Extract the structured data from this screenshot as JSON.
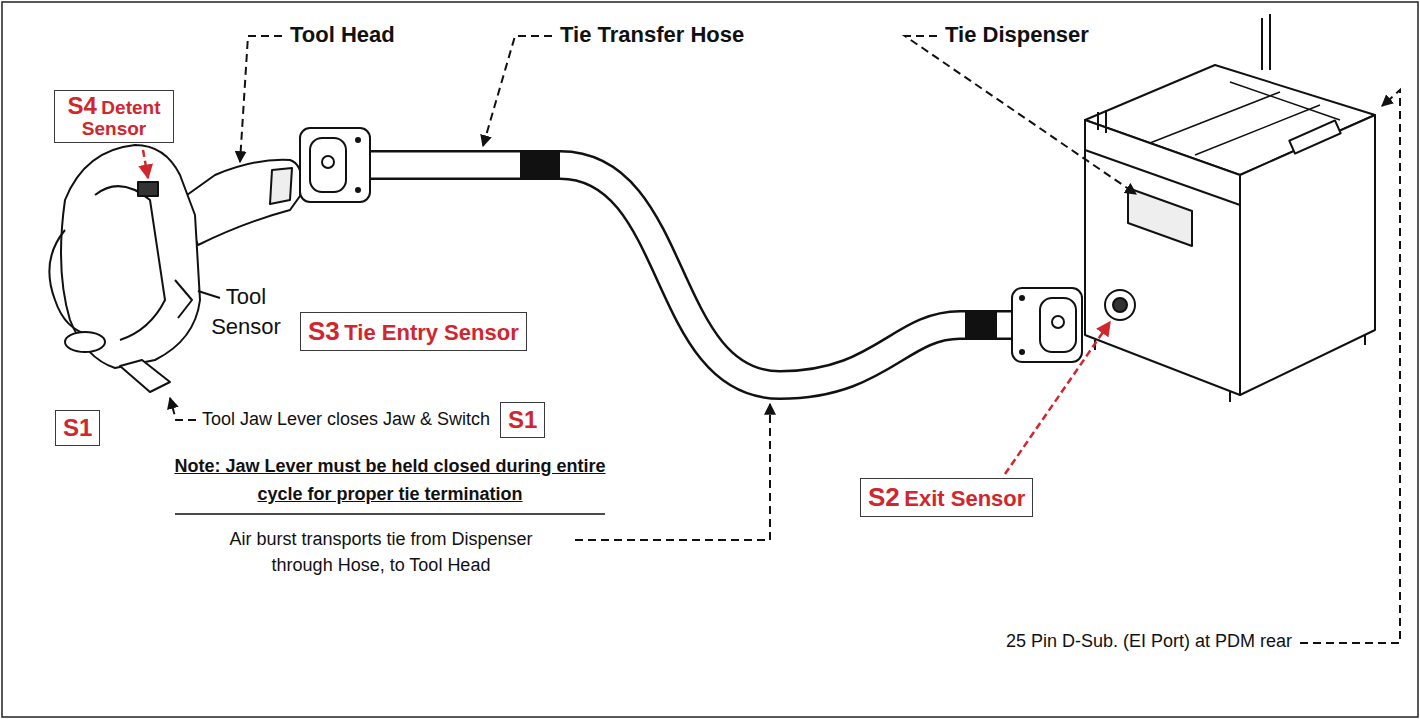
{
  "diagram": {
    "nodes": [
      {
        "text": [
          "S4",
          "Detent Sensor"
        ]
      },
      {
        "text": [
          "S3",
          "Tie Entry Sensor"
        ]
      },
      {
        "text": [
          "S1"
        ]
      },
      {
        "text": [
          "S1"
        ]
      },
      {
        "text": [
          "S2",
          "Exit Sensor"
        ]
      }
    ],
    "labels": [
      "Tool Head",
      "Tie Transfer Hose",
      "Tie Dispenser",
      "Tool Sensor",
      "Tool Jaw Lever closes Jaw & Switch",
      "Note: Jaw Lever must be held closed during entire cycle for proper tie termination",
      "Air burst transports tie from Dispenser through Hose, to Tool Head",
      "25 Pin D-Sub. (EI Port) at PDM rear"
    ]
  }
}
